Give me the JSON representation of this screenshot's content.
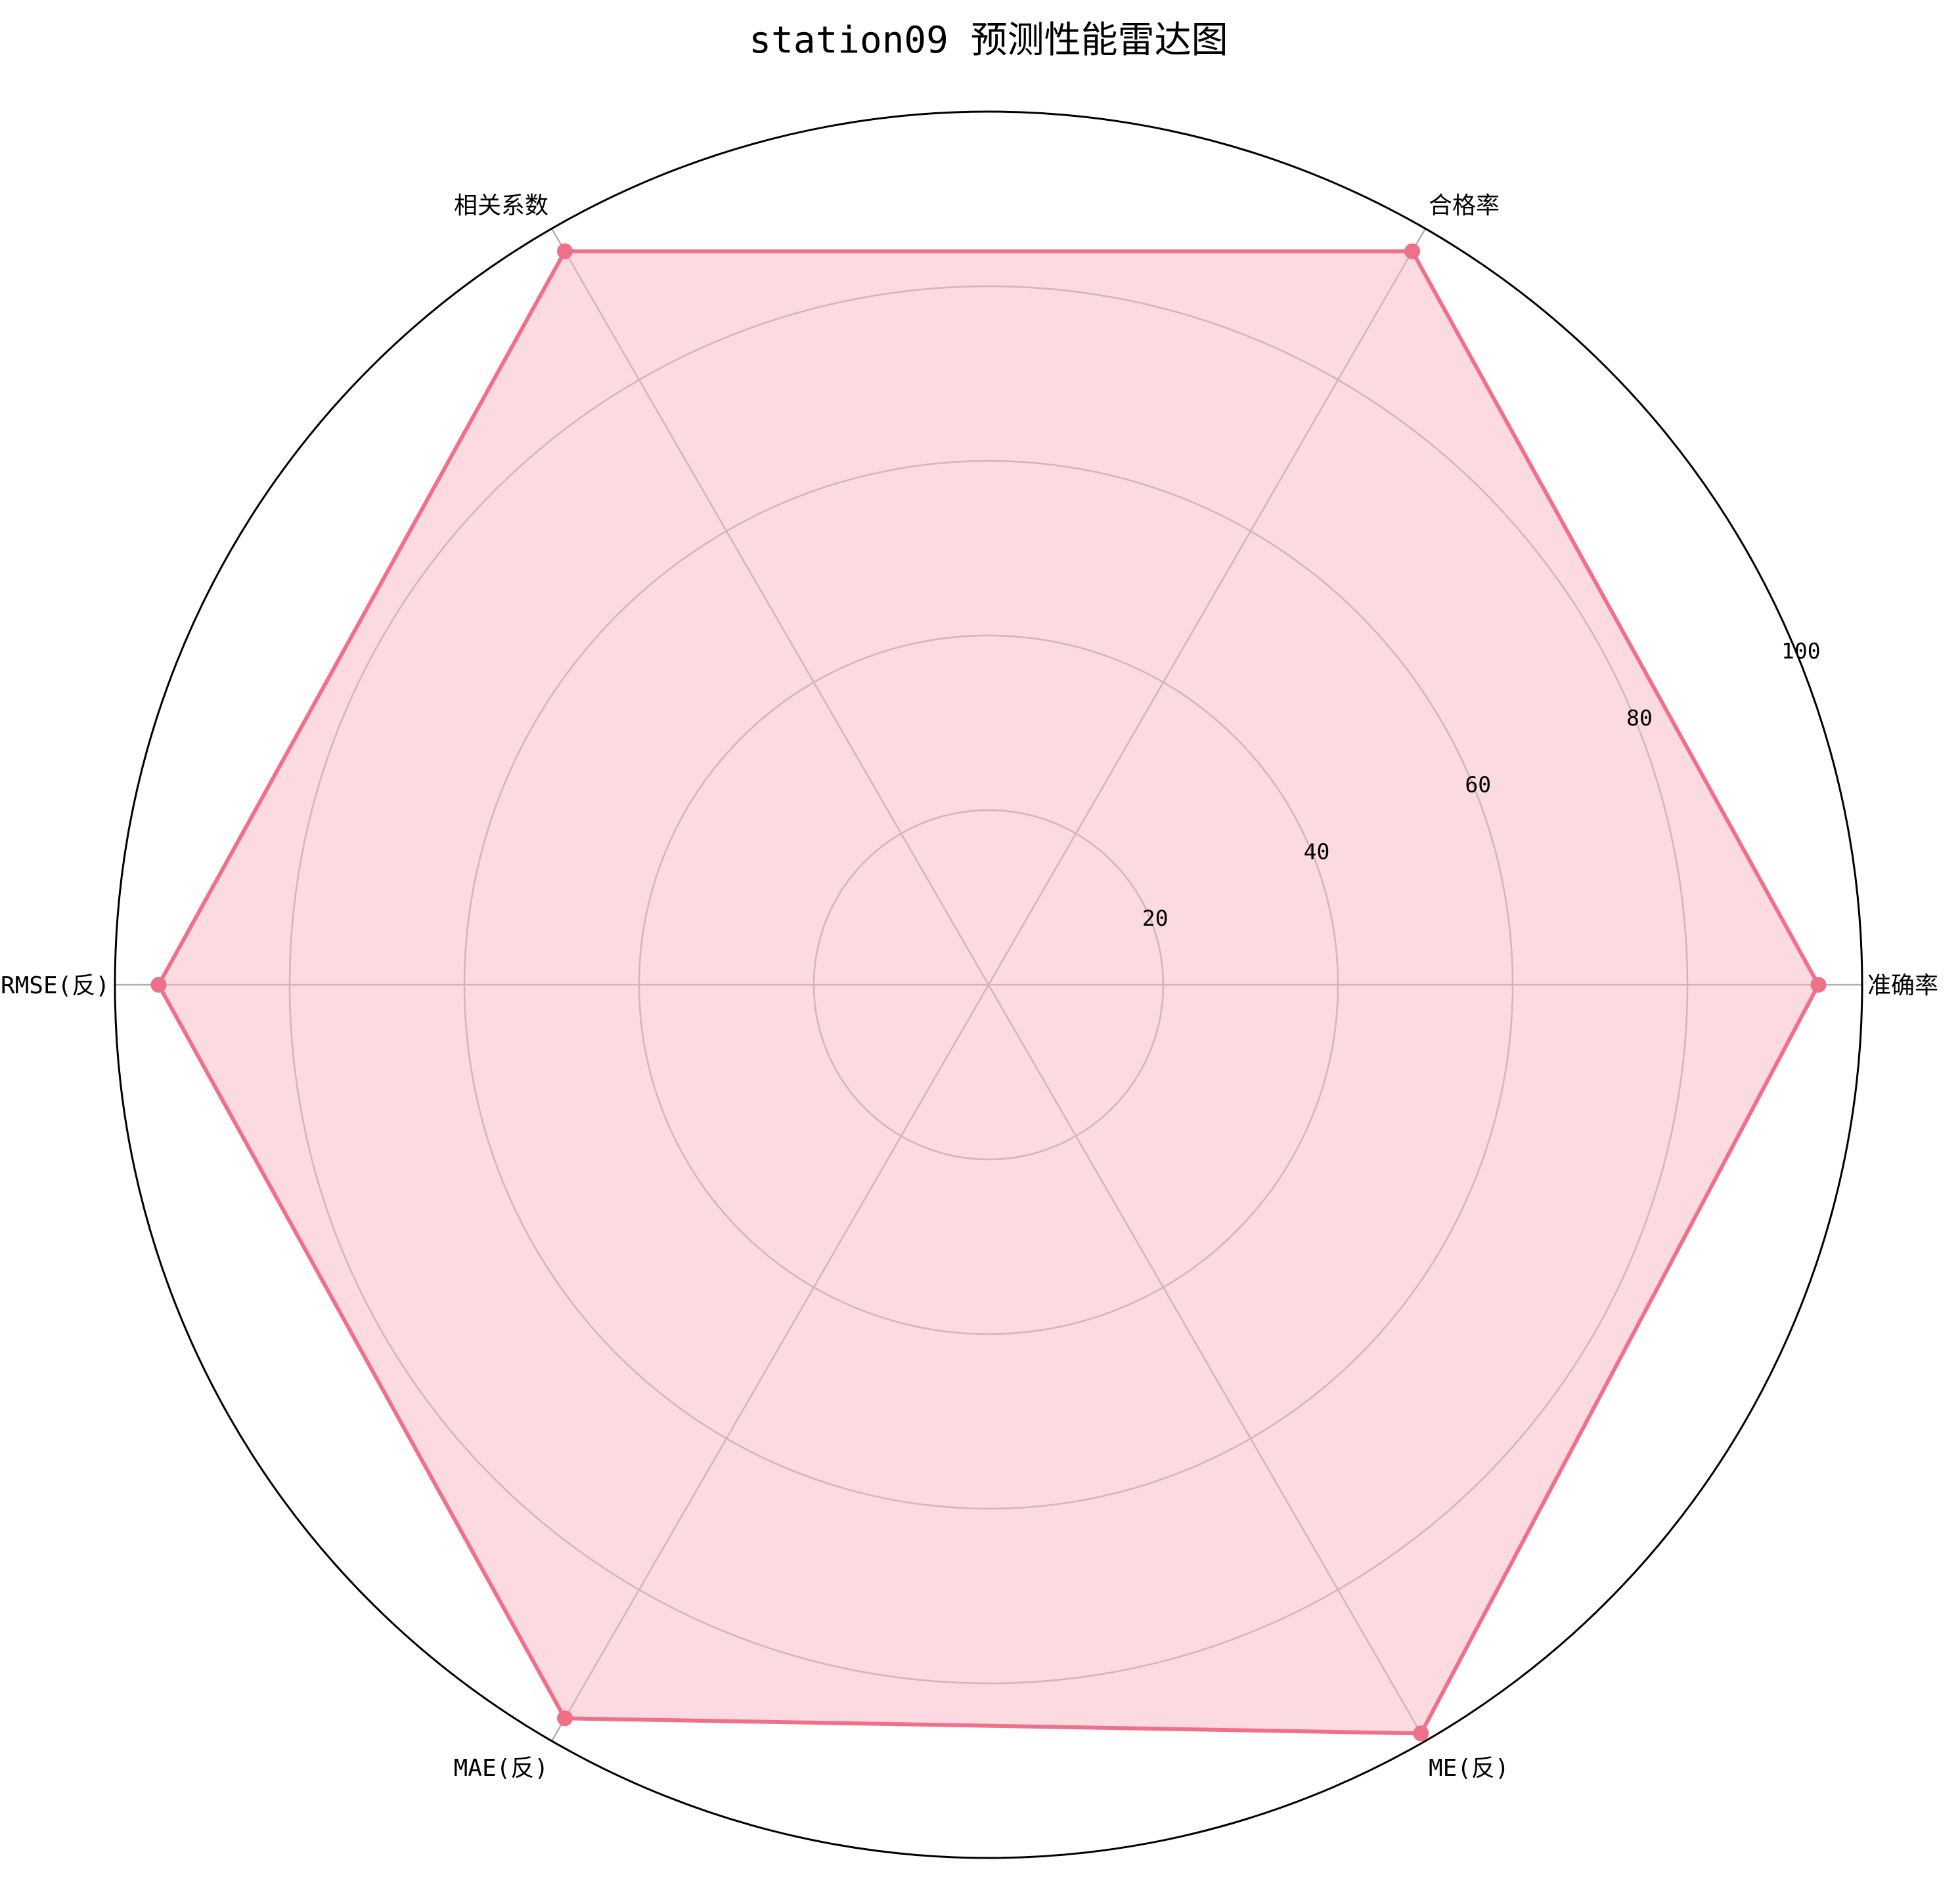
{
  "chart_data": {
    "type": "radar",
    "title": "station09 预测性能雷达图",
    "axes": [
      "准确率",
      "合格率",
      "相关系数",
      "RMSE(反)",
      "MAE(反)",
      "ME(反)"
    ],
    "series": [
      {
        "values": [
          95,
          97,
          97,
          95,
          97,
          99
        ]
      }
    ],
    "rlim": [
      0,
      100
    ],
    "rticks": [
      20,
      40,
      60,
      80,
      100
    ],
    "rtick_labels": [
      "20",
      "40",
      "60",
      "80",
      "100"
    ],
    "grid": true,
    "colors": {
      "series_line": "#f0708a",
      "series_fill": "#f7b6c5",
      "grid": "#b0b0b0",
      "outer_frame": "#000000"
    }
  }
}
